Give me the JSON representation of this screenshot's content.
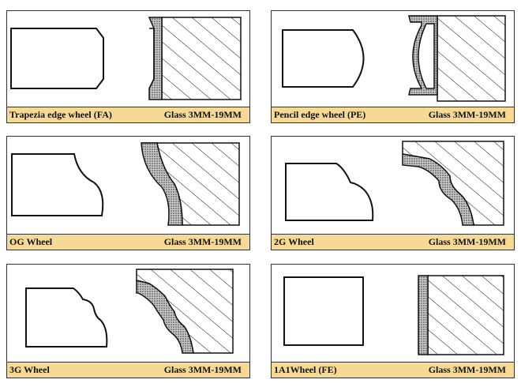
{
  "colors": {
    "caption_bg": "#f5d995",
    "stroke": "#111111",
    "grinding": "#7a7a7a"
  },
  "cards": [
    {
      "title": "Trapezia edge wheel (FA)",
      "spec": "Glass 3MM-19MM"
    },
    {
      "title": "Pencil edge wheel (PE)",
      "spec": "Glass 3MM-19MM"
    },
    {
      "title": "OG Wheel",
      "spec": "Glass 3MM-19MM"
    },
    {
      "title": "2G Wheel",
      "spec": "Glass 3MM-19MM"
    },
    {
      "title": "3G Wheel",
      "spec": "Glass 3MM-19MM"
    },
    {
      "title": "1A1Wheel (FE)",
      "spec": "Glass 3MM-19MM"
    }
  ]
}
